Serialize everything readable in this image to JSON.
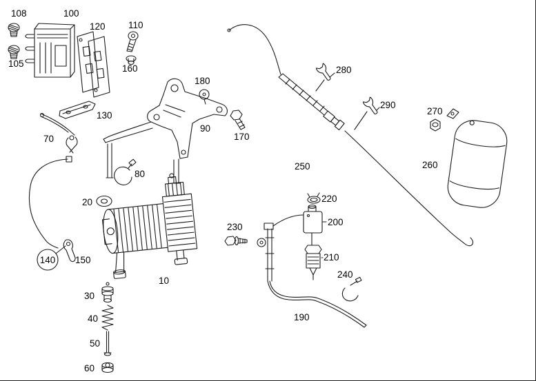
{
  "page": {
    "background": "#ffffff",
    "line_color": "#1a1a1a",
    "label_color": "#000000"
  },
  "labels": {
    "p10": "10",
    "p20": "20",
    "p30": "30",
    "p40": "40",
    "p50": "50",
    "p60": "60",
    "p70": "70",
    "p80": "80",
    "p90": "90",
    "p100": "100",
    "p105": "105",
    "p108": "108",
    "p110": "110",
    "p120": "120",
    "p130": "130",
    "p140": "140",
    "p150": "150",
    "p160": "160",
    "p170": "170",
    "p180": "180",
    "p190": "190",
    "p200": "200",
    "p210": "210",
    "p220": "220",
    "p230": "230",
    "p240": "240",
    "p250": "250",
    "p260": "260",
    "p270": "270",
    "p280": "280",
    "p290": "290"
  }
}
